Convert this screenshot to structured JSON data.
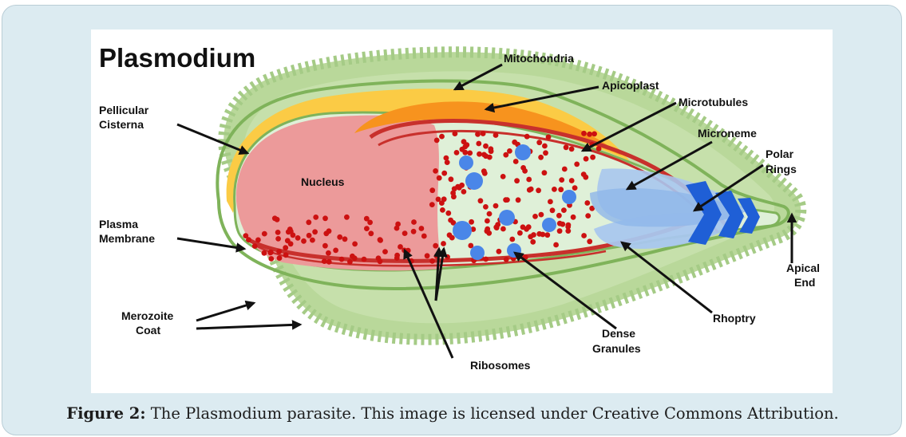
{
  "figure": {
    "title": "Plasmodium",
    "labels": {
      "mitochondria": "Mitochondria",
      "apicoplast": "Apicoplast",
      "microtubules": "Microtubules",
      "pellicular_cisterna": [
        "Pellicular",
        "Cisterna"
      ],
      "microneme": "Microneme",
      "polar_rings": [
        "Polar",
        "Rings"
      ],
      "nucleus": "Nucleus",
      "plasma_membrane": [
        "Plasma",
        "Membrane"
      ],
      "apical_end": [
        "Apical",
        "End"
      ],
      "merozoite_coat": [
        "Merozoite",
        "Coat"
      ],
      "rhoptry": "Rhoptry",
      "dense_granules": [
        "Dense",
        "Granules"
      ],
      "ribosomes": "Ribosomes"
    },
    "colors": {
      "coat": "#b9d89a",
      "outer_membrane": "#7fb35a",
      "mitochondria": "#fbcb45",
      "apicoplast": "#f7931e",
      "nucleus": "#ec9a9a",
      "cytoplasm": "#dff0d8",
      "microtubules": "#c8302c",
      "ribosomes": "#cc1111",
      "dense_granules": "#4a86e8",
      "microneme": "#a9c7ee",
      "polar_rings": "#1f5fd6"
    }
  },
  "caption": {
    "label": "Figure 2:",
    "text": " The Plasmodium parasite. This image is licensed under Creative Commons Attribution."
  }
}
